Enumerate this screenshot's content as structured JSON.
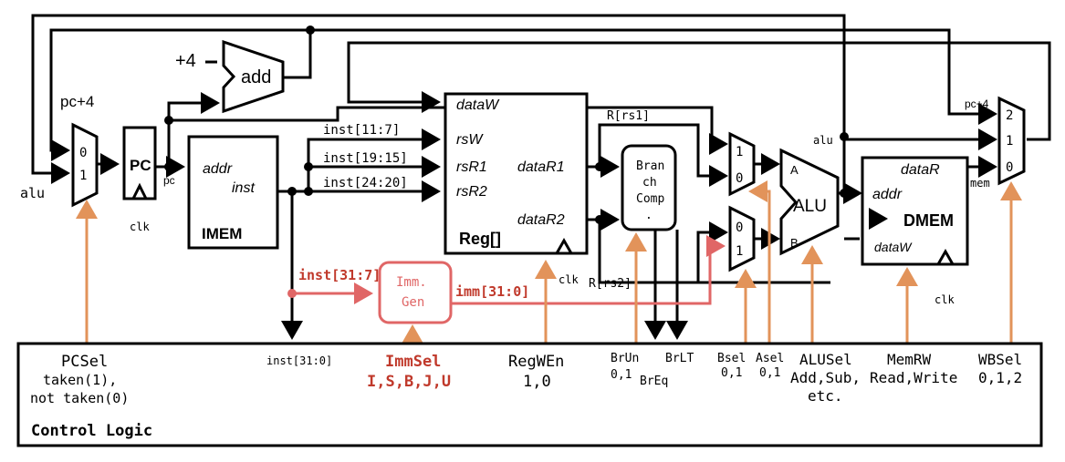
{
  "colors": {
    "wire": "#000000",
    "control": "#e2935a",
    "immediate": "#e06666",
    "immediate_label": "#c0392b"
  },
  "blocks": {
    "add_label": "add",
    "plus4": "+4",
    "pc_label": "PC",
    "pc_out": "pc",
    "clk": "clk",
    "pc_plus4": "pc+4",
    "alu_left": "alu",
    "imem": {
      "addr": "addr",
      "inst": "inst",
      "title": "IMEM"
    },
    "inst_fields": [
      "inst[11:7]",
      "inst[19:15]",
      "inst[24:20]"
    ],
    "regfile": {
      "dataW": "dataW",
      "rsW": "rsW",
      "rsR1": "rsR1",
      "rsR2": "rsR2",
      "dataR1": "dataR1",
      "dataR2": "dataR2",
      "title": "Reg[]"
    },
    "rrs1": "R[rs1]",
    "rrs2": "R[rs2]",
    "branch": [
      "Bran",
      "ch",
      "Comp",
      "."
    ],
    "amux": [
      "1",
      "0"
    ],
    "bmux": [
      "0",
      "1"
    ],
    "alu": {
      "a": "A",
      "b": "B",
      "title": "ALU"
    },
    "dmem": {
      "dataR": "dataR",
      "addr": "addr",
      "title": "DMEM",
      "dataW": "dataW"
    },
    "wbmux": {
      "pc4": "pc+4",
      "alu": "alu",
      "mem": "mem",
      "inputs": [
        "2",
        "1",
        "0"
      ]
    },
    "pcmux": [
      "0",
      "1"
    ],
    "immgen": {
      "line1": "Imm.",
      "line2": "Gen",
      "in": "inst[31:7]",
      "out": "imm[31:0]"
    }
  },
  "control": {
    "title": "Control Logic",
    "pcsel": {
      "name": "PCSel",
      "l1": "taken(1),",
      "l2": "not taken(0)"
    },
    "inst_full": "inst[31:0]",
    "immsel": {
      "name": "ImmSel",
      "values": "I,S,B,J,U"
    },
    "regwen": {
      "name": "RegWEn",
      "values": "1,0"
    },
    "brun": {
      "name": "BrUn",
      "values": "0,1"
    },
    "breq": "BrEq",
    "brlt": "BrLT",
    "bsel": {
      "name": "Bsel",
      "values": "0,1"
    },
    "asel": {
      "name": "Asel",
      "values": "0,1"
    },
    "alusel": {
      "name": "ALUSel",
      "l1": "Add,Sub,",
      "l2": "etc."
    },
    "memrw": {
      "name": "MemRW",
      "values": "Read,Write"
    },
    "wbsel": {
      "name": "WBSel",
      "values": "0,1,2"
    }
  }
}
